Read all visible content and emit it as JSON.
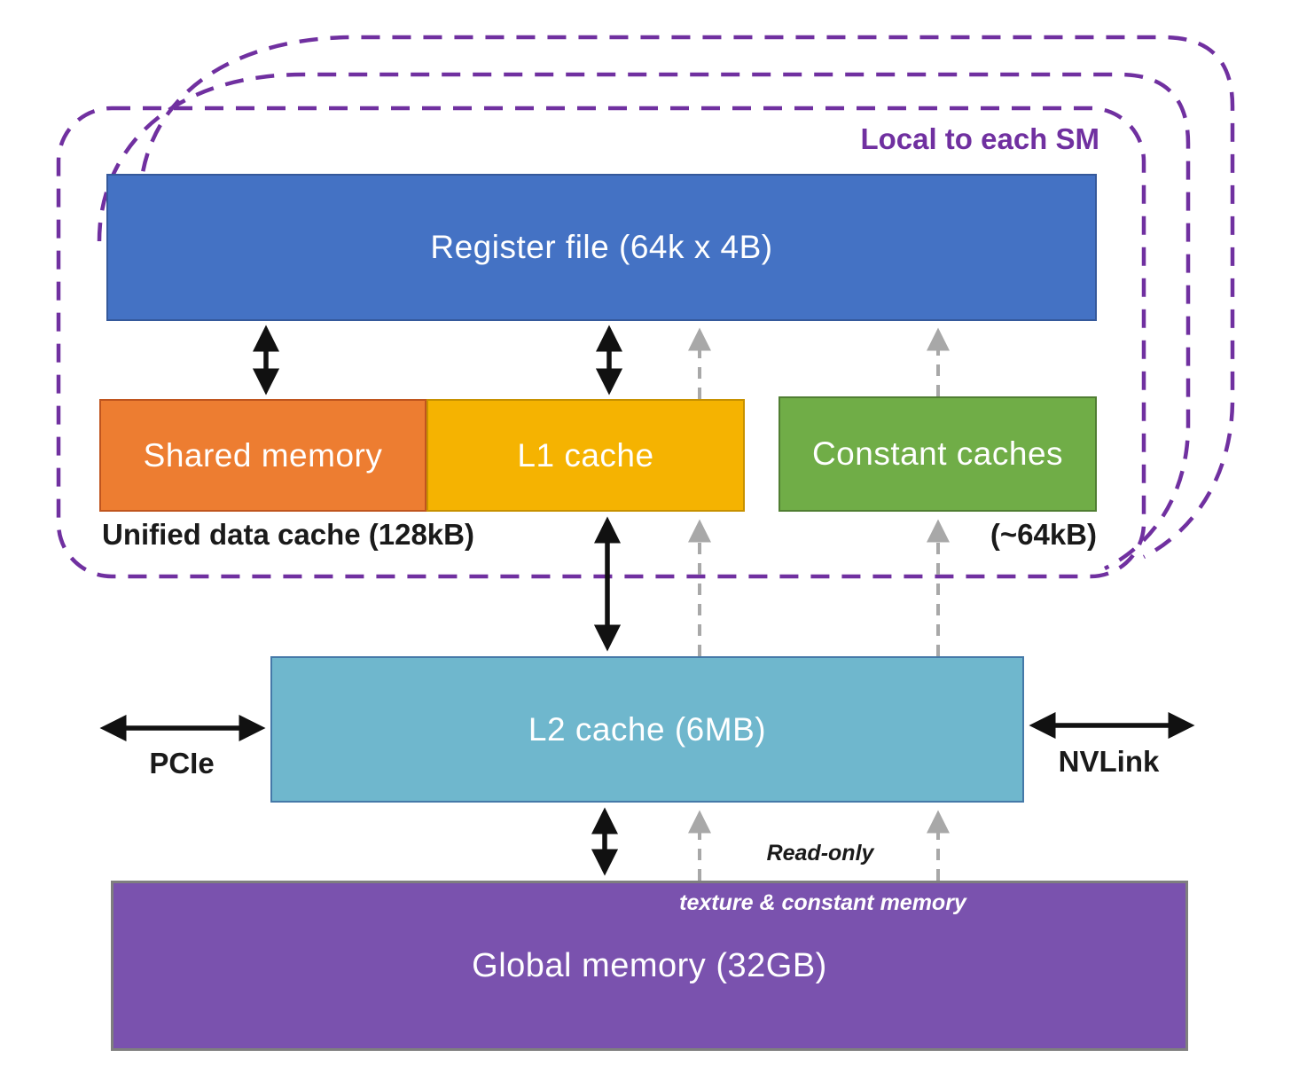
{
  "sm_cluster": {
    "cluster_label": "Local to each SM",
    "register_file_label": "Register file (64k x 4B)",
    "shared_memory_label": "Shared memory",
    "l1_cache_label": "L1 cache",
    "constant_caches_label": "Constant caches",
    "unified_cache_note": "Unified data cache (128kB)",
    "constant_cache_size_note": "(~64kB)"
  },
  "l2": {
    "label": "L2 cache (6MB)"
  },
  "global_memory": {
    "label": "Global memory (32GB)"
  },
  "interconnects": {
    "pcie_label": "PCIe",
    "nvlink_label": "NVLink"
  },
  "readonly_path": {
    "line1": "Read-only",
    "line2": "texture & constant memory"
  },
  "colors": {
    "register_blue": "#4472C4",
    "shared_orange": "#ED7D31",
    "l1_gold": "#F5B301",
    "constant_green": "#70AD47",
    "l2_teal": "#6FB7CD",
    "global_purple": "#7A52AE",
    "sm_dashed_purple": "#7030A0",
    "readonly_arrow_gray": "#A8A8A8",
    "arrow_black": "#111111"
  }
}
